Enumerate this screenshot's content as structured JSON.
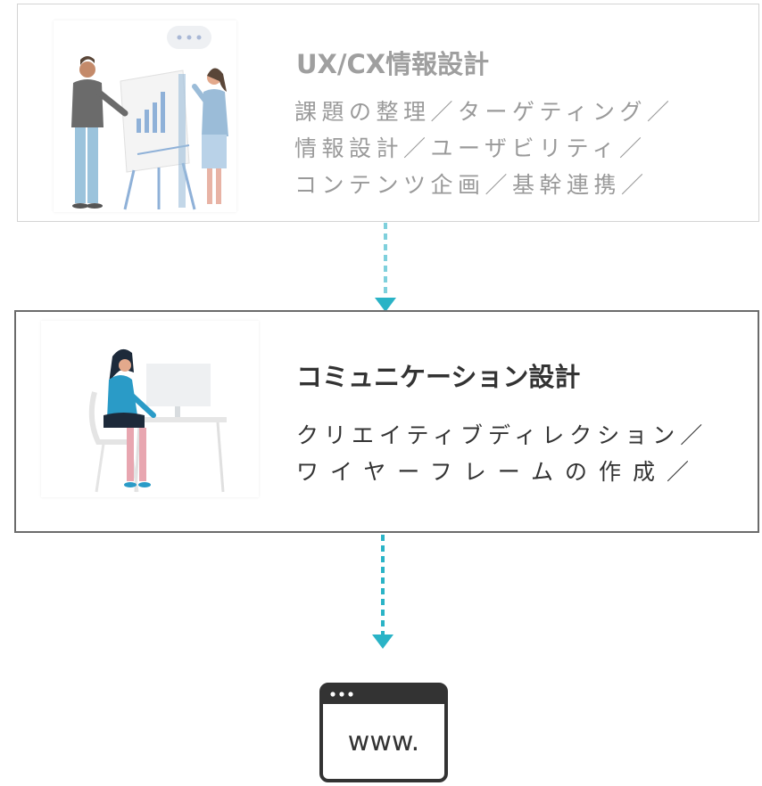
{
  "steps": [
    {
      "title": "UX/CX情報設計",
      "lines": [
        "課題の整理／ターゲティング／",
        "情報設計／ユーザビリティ／",
        "コンテンツ企画／基幹連携／"
      ],
      "illustration": "presentation-illustration"
    },
    {
      "title": "コミュニケーション設計",
      "lines": [
        "クリエイティブディレクション／",
        "ワイヤーフレームの作成／"
      ],
      "illustration": "desk-worker-illustration"
    }
  ],
  "website": {
    "label": "www.",
    "icon": "browser-window-icon"
  },
  "colors": {
    "arrow": "#2ab3c6",
    "border_active": "#6b6b6b",
    "border_muted": "#d4d4d4",
    "title_muted": "#9f9f9f",
    "title_active": "#333333"
  }
}
